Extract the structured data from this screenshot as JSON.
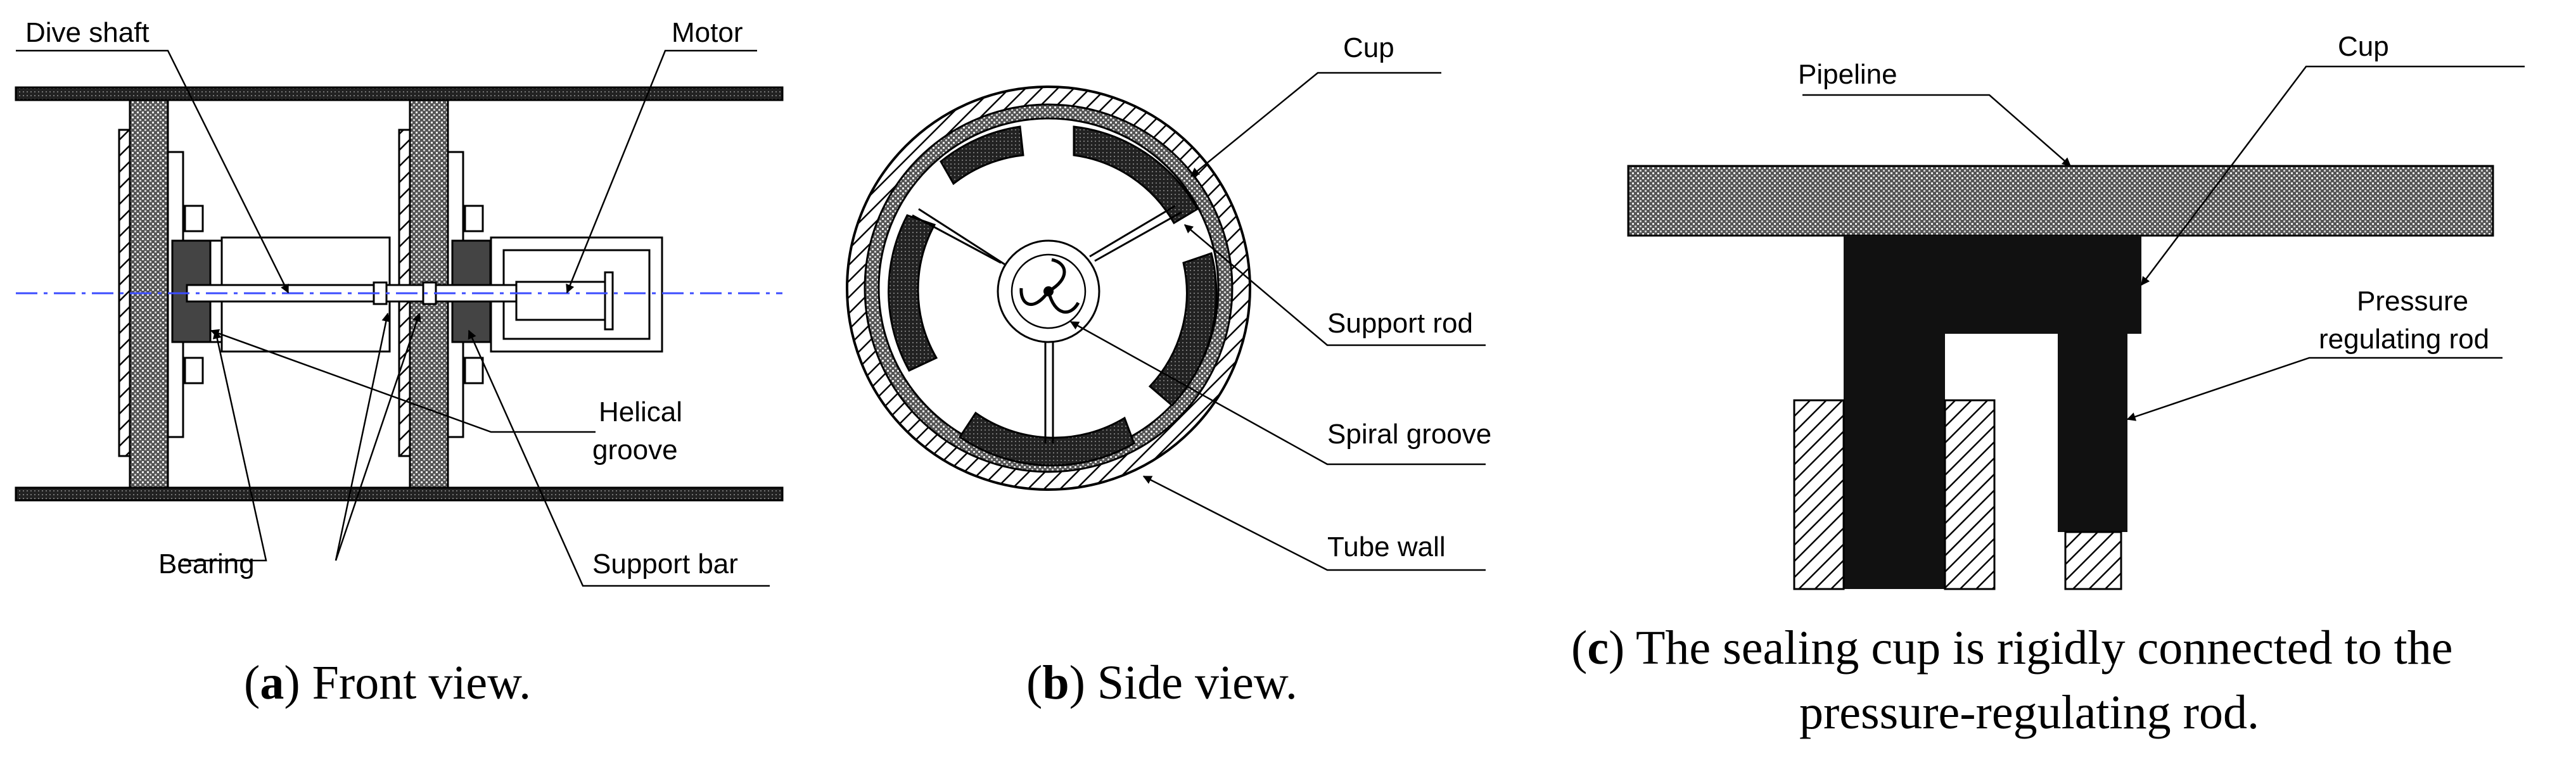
{
  "panel_a": {
    "labels": {
      "drive_shaft": "Dive shaft",
      "motor": "Motor",
      "helical_groove_1": "Helical",
      "helical_groove_2": "groove",
      "bearing": "Bearing",
      "support_bar": "Support bar"
    },
    "caption": {
      "letter": "a",
      "text": " Front view."
    }
  },
  "panel_b": {
    "labels": {
      "cup": "Cup",
      "support_rod": "Support rod",
      "spiral_groove": "Spiral groove",
      "tube_wall": "Tube wall"
    },
    "caption": {
      "letter": "b",
      "text": " Side view."
    }
  },
  "panel_c": {
    "labels": {
      "pipeline": "Pipeline",
      "cup": "Cup",
      "pressure_rod_1": "Pressure",
      "pressure_rod_2": "regulating rod"
    },
    "caption": {
      "letter": "c",
      "line1": " The sealing cup is rigidly connected to the",
      "line2": "pressure-regulating rod."
    }
  },
  "colors": {
    "centerline": "#3b4cff",
    "ink": "#000000",
    "dark_fill": "#111111",
    "hatch_fill": "#6e6e6e"
  }
}
